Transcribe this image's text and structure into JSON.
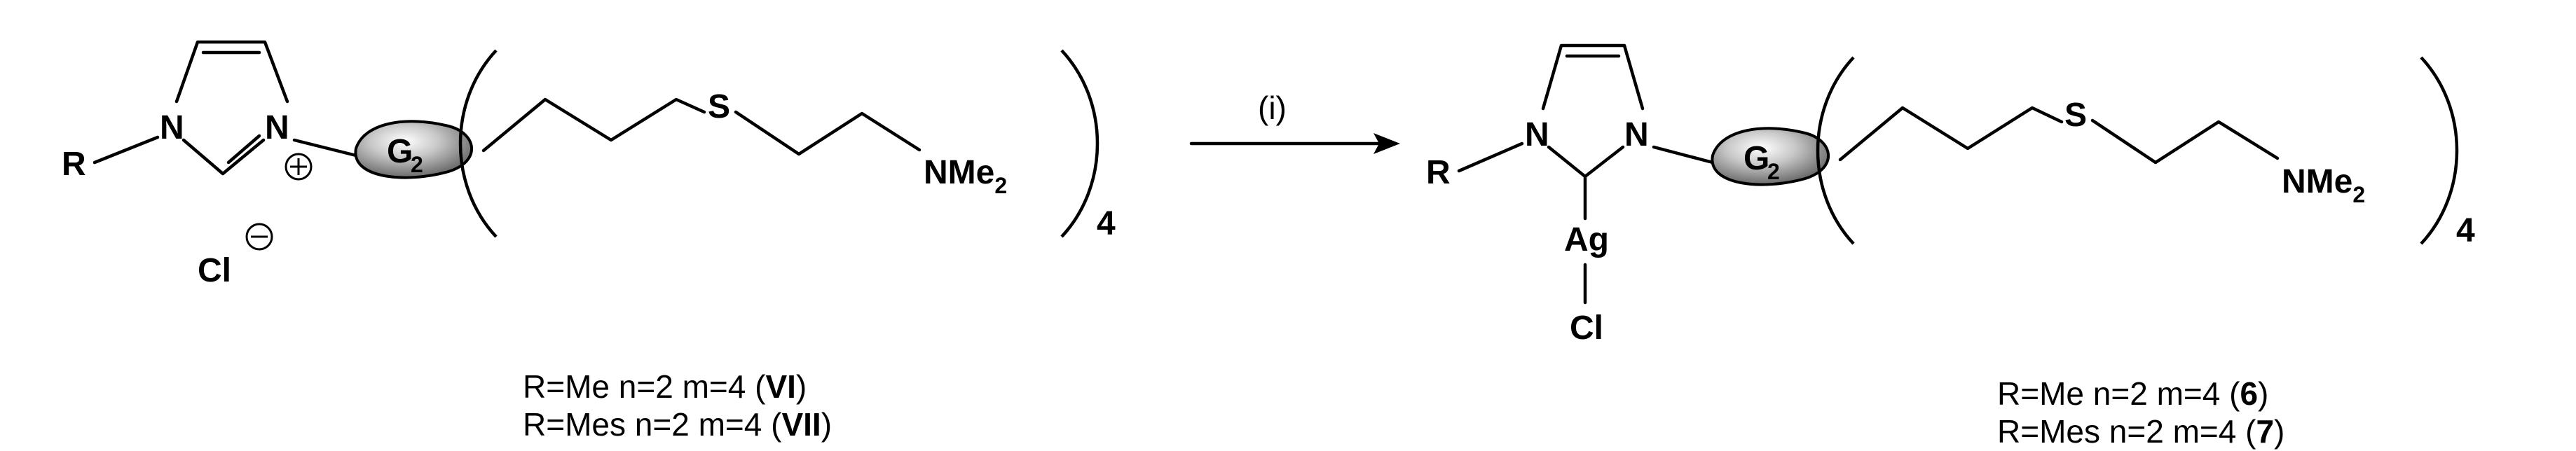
{
  "reactant": {
    "R": "R",
    "N1": "N",
    "N3": "N",
    "core": "G",
    "core_sub": "2",
    "S": "S",
    "NMe": "NMe",
    "NMe_sub": "2",
    "count": "4",
    "counterion": "Cl",
    "labels": [
      {
        "prefix": "R=Me   n=2 m=4  (",
        "id": "VI",
        "suffix": ")"
      },
      {
        "prefix": "R=Mes n=2 m=4  (",
        "id": "VII",
        "suffix": ")"
      }
    ]
  },
  "arrow": {
    "reagent": "(i)"
  },
  "product": {
    "R": "R",
    "N1": "N",
    "N3": "N",
    "core": "G",
    "core_sub": "2",
    "S": "S",
    "NMe": "NMe",
    "NMe_sub": "2",
    "count": "4",
    "metal": "Ag",
    "halide": "Cl",
    "labels": [
      {
        "prefix": "R=Me    n=2 m=4  (",
        "id": "6",
        "suffix": ")"
      },
      {
        "prefix": "R=Mes n=2 m=4  (",
        "id": "7",
        "suffix": ")"
      }
    ]
  }
}
